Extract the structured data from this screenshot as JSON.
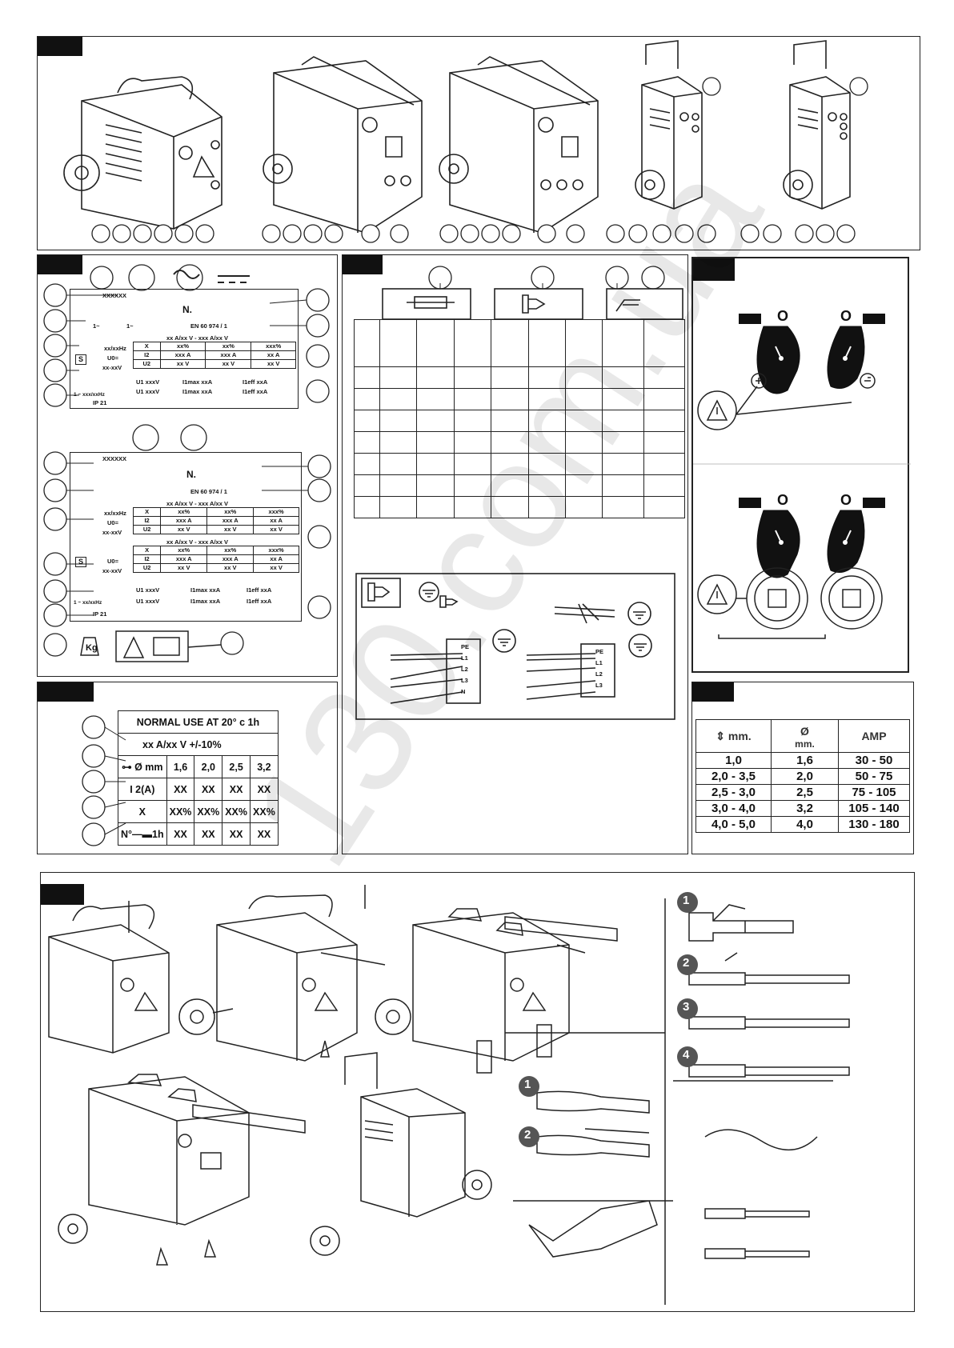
{
  "rating_plate_1": {
    "model": "XXXXXX",
    "number": "N.",
    "standard": "EN 60 974 / 1",
    "phase": "1~",
    "phase_out": "1~",
    "freq": "xx/xxHz",
    "range": "xx A/xx V - xxx A/xx V",
    "headers": [
      "X",
      "xx%",
      "xx%",
      "xxx%"
    ],
    "row_i2": [
      "I2",
      "xxx A",
      "xxx A",
      "xx A"
    ],
    "row_u2": [
      "U2",
      "xx V",
      "xx V",
      "xx V"
    ],
    "u0": "U0=",
    "u0_val": "xx-xxV",
    "s_mark": "S",
    "supply_label": "1 ~ xxx/xxHz",
    "u1": "U1 xxxV",
    "i1max": "I1max xxA",
    "i1eff": "I1eff xxA",
    "ip": "IP 21"
  },
  "rating_plate_2": {
    "model": "XXXXXX",
    "number": "N.",
    "standard": "EN 60 974 / 1",
    "freq": "xx/xxHz",
    "range_ac": "xx A/xx V - xxx A/xx V",
    "range_dc": "xx A/xx V - xxx A/xx V",
    "headers": [
      "X",
      "xx%",
      "xx%",
      "xxx%"
    ],
    "row_i2": [
      "I2",
      "xxx A",
      "xxx A",
      "xx A"
    ],
    "row_u2": [
      "U2",
      "xx V",
      "xx V",
      "xx V"
    ],
    "u0": "U0=",
    "u0_val": "xx-xxV",
    "s_mark": "S",
    "supply_label": "1 ~ xx/xxHz",
    "u1": "U1 xxxV",
    "i1max": "I1max xxA",
    "i1eff": "I1eff xxA",
    "ip": "IP 21",
    "kg": "Kg"
  },
  "normal_use": {
    "title": "NORMAL USE AT 20° c 1h",
    "subtitle": "xx A/xx V +/-10%",
    "diam_label": "Ø mm",
    "diameters": [
      "1,6",
      "2,0",
      "2,5",
      "3,2"
    ],
    "i2_label": "I 2(A)",
    "i2_values": [
      "XX",
      "XX",
      "XX",
      "XX"
    ],
    "x_label": "X",
    "x_values": [
      "XX%",
      "XX%",
      "XX%",
      "XX%"
    ],
    "n_label": "N°",
    "n_unit": "1h",
    "n_values": [
      "XX",
      "XX",
      "XX",
      "XX"
    ]
  },
  "amp_table": {
    "h_thickness": "mm.",
    "h_diameter_symbol": "Ø",
    "h_diameter_unit": "mm.",
    "h_amp": "AMP",
    "rows": [
      [
        "1,0",
        "1,6",
        "30 - 50"
      ],
      [
        "2,0 - 3,5",
        "2,0",
        "50 - 75"
      ],
      [
        "2,5 - 3,0",
        "2,5",
        "75 - 105"
      ],
      [
        "3,0 - 4,0",
        "3,2",
        "105 - 140"
      ],
      [
        "4,0 - 5,0",
        "4,0",
        "130 - 180"
      ]
    ]
  },
  "connection": {
    "pins_left": [
      "PE",
      "L1",
      "L2",
      "L3",
      "N"
    ],
    "pins_right": [
      "PE",
      "L1",
      "L2",
      "L3"
    ]
  },
  "knobs": {
    "zero_label": "O"
  },
  "steps": {
    "a": [
      "1",
      "2",
      "3",
      "4"
    ],
    "b": [
      "1",
      "2"
    ]
  },
  "watermark": "130.com.ua"
}
